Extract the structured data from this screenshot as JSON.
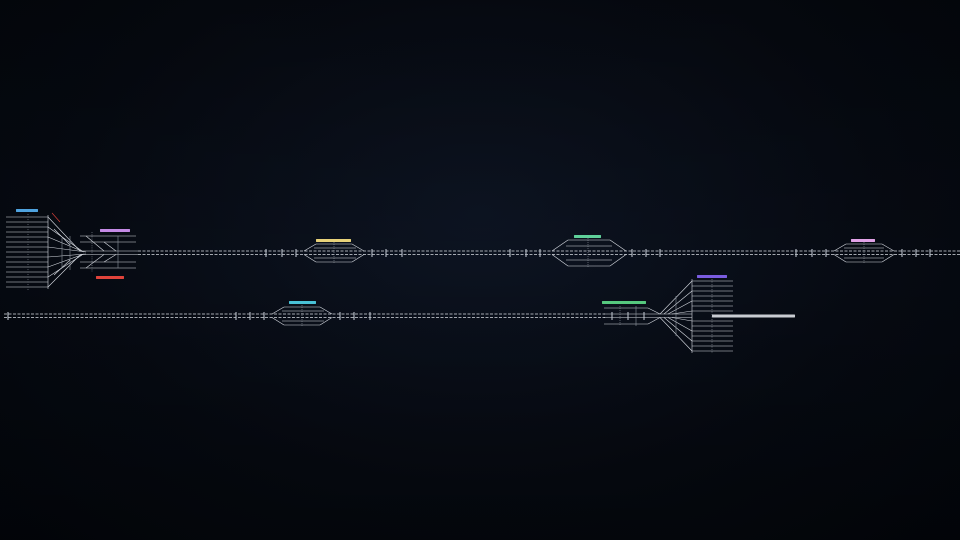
{
  "colors": {
    "background": "#060a12",
    "track": "#d7dbe2",
    "track_dim": "#8d949e",
    "signal": "#b8bec8"
  },
  "stations": [
    {
      "id": "west-terminus",
      "label": "",
      "color": "#4fa3e0"
    },
    {
      "id": "west-junction",
      "label": "",
      "color": "#c58be6"
    },
    {
      "id": "west-depot",
      "label": "",
      "color": "#e0433b"
    },
    {
      "id": "station-a",
      "label": "",
      "color": "#e8d27a"
    },
    {
      "id": "station-b",
      "label": "",
      "color": "#5fd19a"
    },
    {
      "id": "station-c",
      "label": "",
      "color": "#e2a3e8"
    },
    {
      "id": "station-d",
      "label": "",
      "color": "#49c1d6"
    },
    {
      "id": "station-e",
      "label": "",
      "color": "#56c87e"
    },
    {
      "id": "east-terminus",
      "label": "",
      "color": "#7a5ce0"
    },
    {
      "id": "east-siding",
      "label": "",
      "color": "#c9ccd2"
    }
  ]
}
